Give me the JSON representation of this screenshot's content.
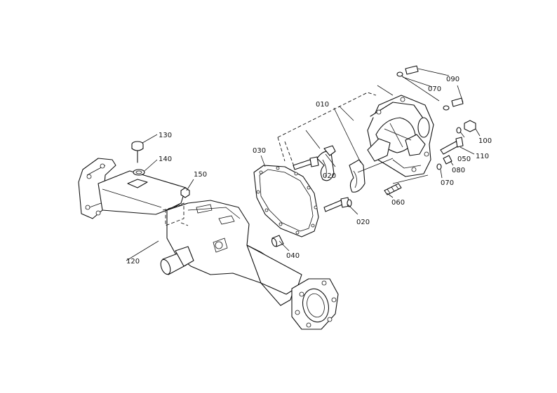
{
  "part_labels": {
    "p010": "010",
    "p020a": "020",
    "p020b": "020",
    "p030": "030",
    "p040": "040",
    "p050": "050",
    "p060": "060",
    "p070a": "070",
    "p070b": "070",
    "p080": "080",
    "p090": "090",
    "p100": "100",
    "p110": "110",
    "p120": "120",
    "p130": "130",
    "p140": "140",
    "p150": "150"
  }
}
